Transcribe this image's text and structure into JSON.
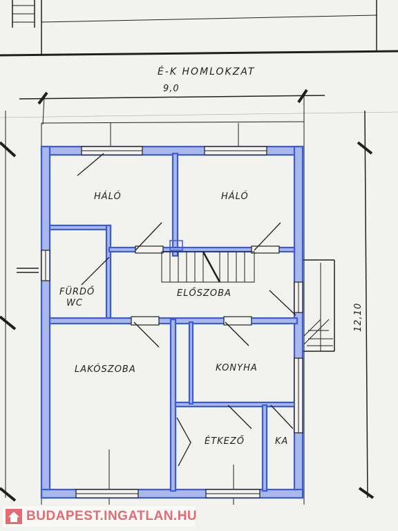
{
  "title": "É-K HOMLOKZAT",
  "dimensions": {
    "width": "9,0",
    "height": "12,10"
  },
  "rooms": [
    {
      "id": "halo-left",
      "name": "HÁLÓ"
    },
    {
      "id": "halo-right",
      "name": "HÁLÓ"
    },
    {
      "id": "furdo",
      "name": "FÜRDŐ"
    },
    {
      "id": "wc",
      "name": "WC"
    },
    {
      "id": "eloszoba",
      "name": "ELŐSZOBA"
    },
    {
      "id": "lakoszoba",
      "name": "LAKÓSZOBA"
    },
    {
      "id": "konyha",
      "name": "KONYHA"
    },
    {
      "id": "etkezo",
      "name": "ÉTKEZŐ"
    },
    {
      "id": "kamra",
      "name": "KA"
    }
  ],
  "watermark": {
    "text": "BUDAPEST.INGATLAN.HU"
  },
  "colors": {
    "paper": "#f2f2ee",
    "ink": "#1f1f1f",
    "wall_blue": "#3b5bd8",
    "wall_fill": "#a9b8ea",
    "watermark": "#e36b72"
  }
}
